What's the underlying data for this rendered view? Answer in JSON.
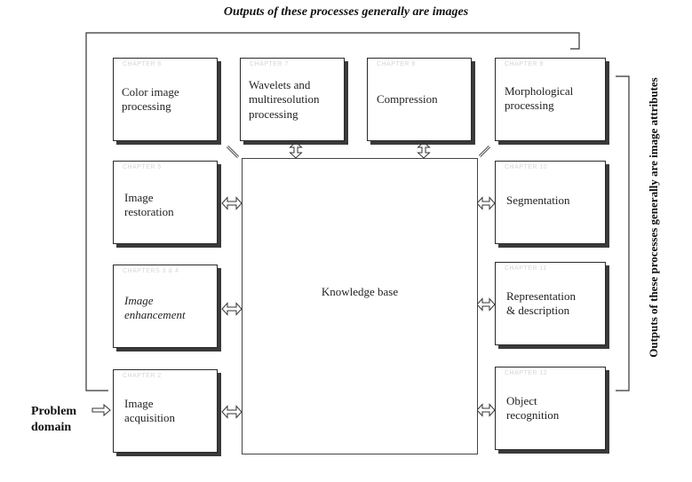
{
  "diagram": {
    "top_caption": "Outputs of these processes generally are images",
    "side_caption": "Outputs of these processes generally are image attributes",
    "input_label": [
      "Problem",
      "domain"
    ],
    "center_label": "Knowledge base",
    "processes": {
      "color": [
        "Color image",
        "processing"
      ],
      "wavelets": [
        "Wavelets and",
        "multiresolution",
        "processing"
      ],
      "compression": [
        "Compression"
      ],
      "morphological": [
        "Morphological",
        "processing"
      ],
      "restoration": [
        "Image",
        "restoration"
      ],
      "enhancement": [
        "Image",
        "enhancement"
      ],
      "acquisition": [
        "Image",
        "acquisition"
      ],
      "segmentation": [
        "Segmentation"
      ],
      "representation": [
        "Representation",
        "& description"
      ],
      "recognition": [
        "Object",
        "recognition"
      ]
    }
  }
}
